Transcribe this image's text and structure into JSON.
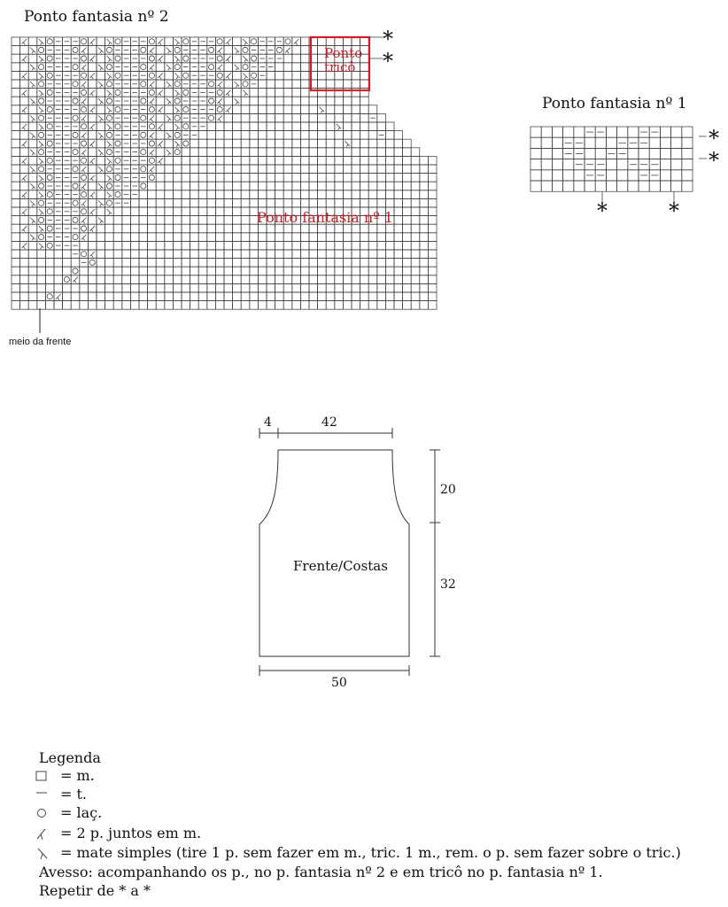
{
  "chart2": {
    "title": "Ponto fantasia nº 2",
    "red_label_line1": "Ponto",
    "red_label_line2": "tricô",
    "red_label_main": "Ponto fantasia nº 1",
    "center_label": "meio da frente",
    "repeat_mark": "*"
  },
  "chart1": {
    "title": "Ponto fantasia nº 1",
    "repeat_mark": "*"
  },
  "schematic": {
    "label": "Frente/Costas",
    "dim_shoulder": "4",
    "dim_neck": "42",
    "dim_armhole": "20",
    "dim_body": "32",
    "dim_width": "50"
  },
  "legend": {
    "title": "Legenda",
    "items": [
      {
        "icon": "square-icon",
        "text": "= m."
      },
      {
        "icon": "dash-icon",
        "text": "= t."
      },
      {
        "icon": "circle-icon",
        "text": "= laç."
      },
      {
        "icon": "k2tog-icon",
        "text": "= 2 p. juntos em m."
      },
      {
        "icon": "ssk-icon",
        "text": "= mate simples (tire 1 p. sem fazer em m., tric. 1 m., rem. o p. sem fazer sobre o tric.)"
      }
    ],
    "note_reverse": "Avesso: acompanhando os p., no p. fantasia nº 2 e em tricô no p. fantasia nº 1.",
    "note_repeat": "Repetir de * a *"
  },
  "colors": {
    "grid": "#222222",
    "red": "#d01c2a"
  }
}
